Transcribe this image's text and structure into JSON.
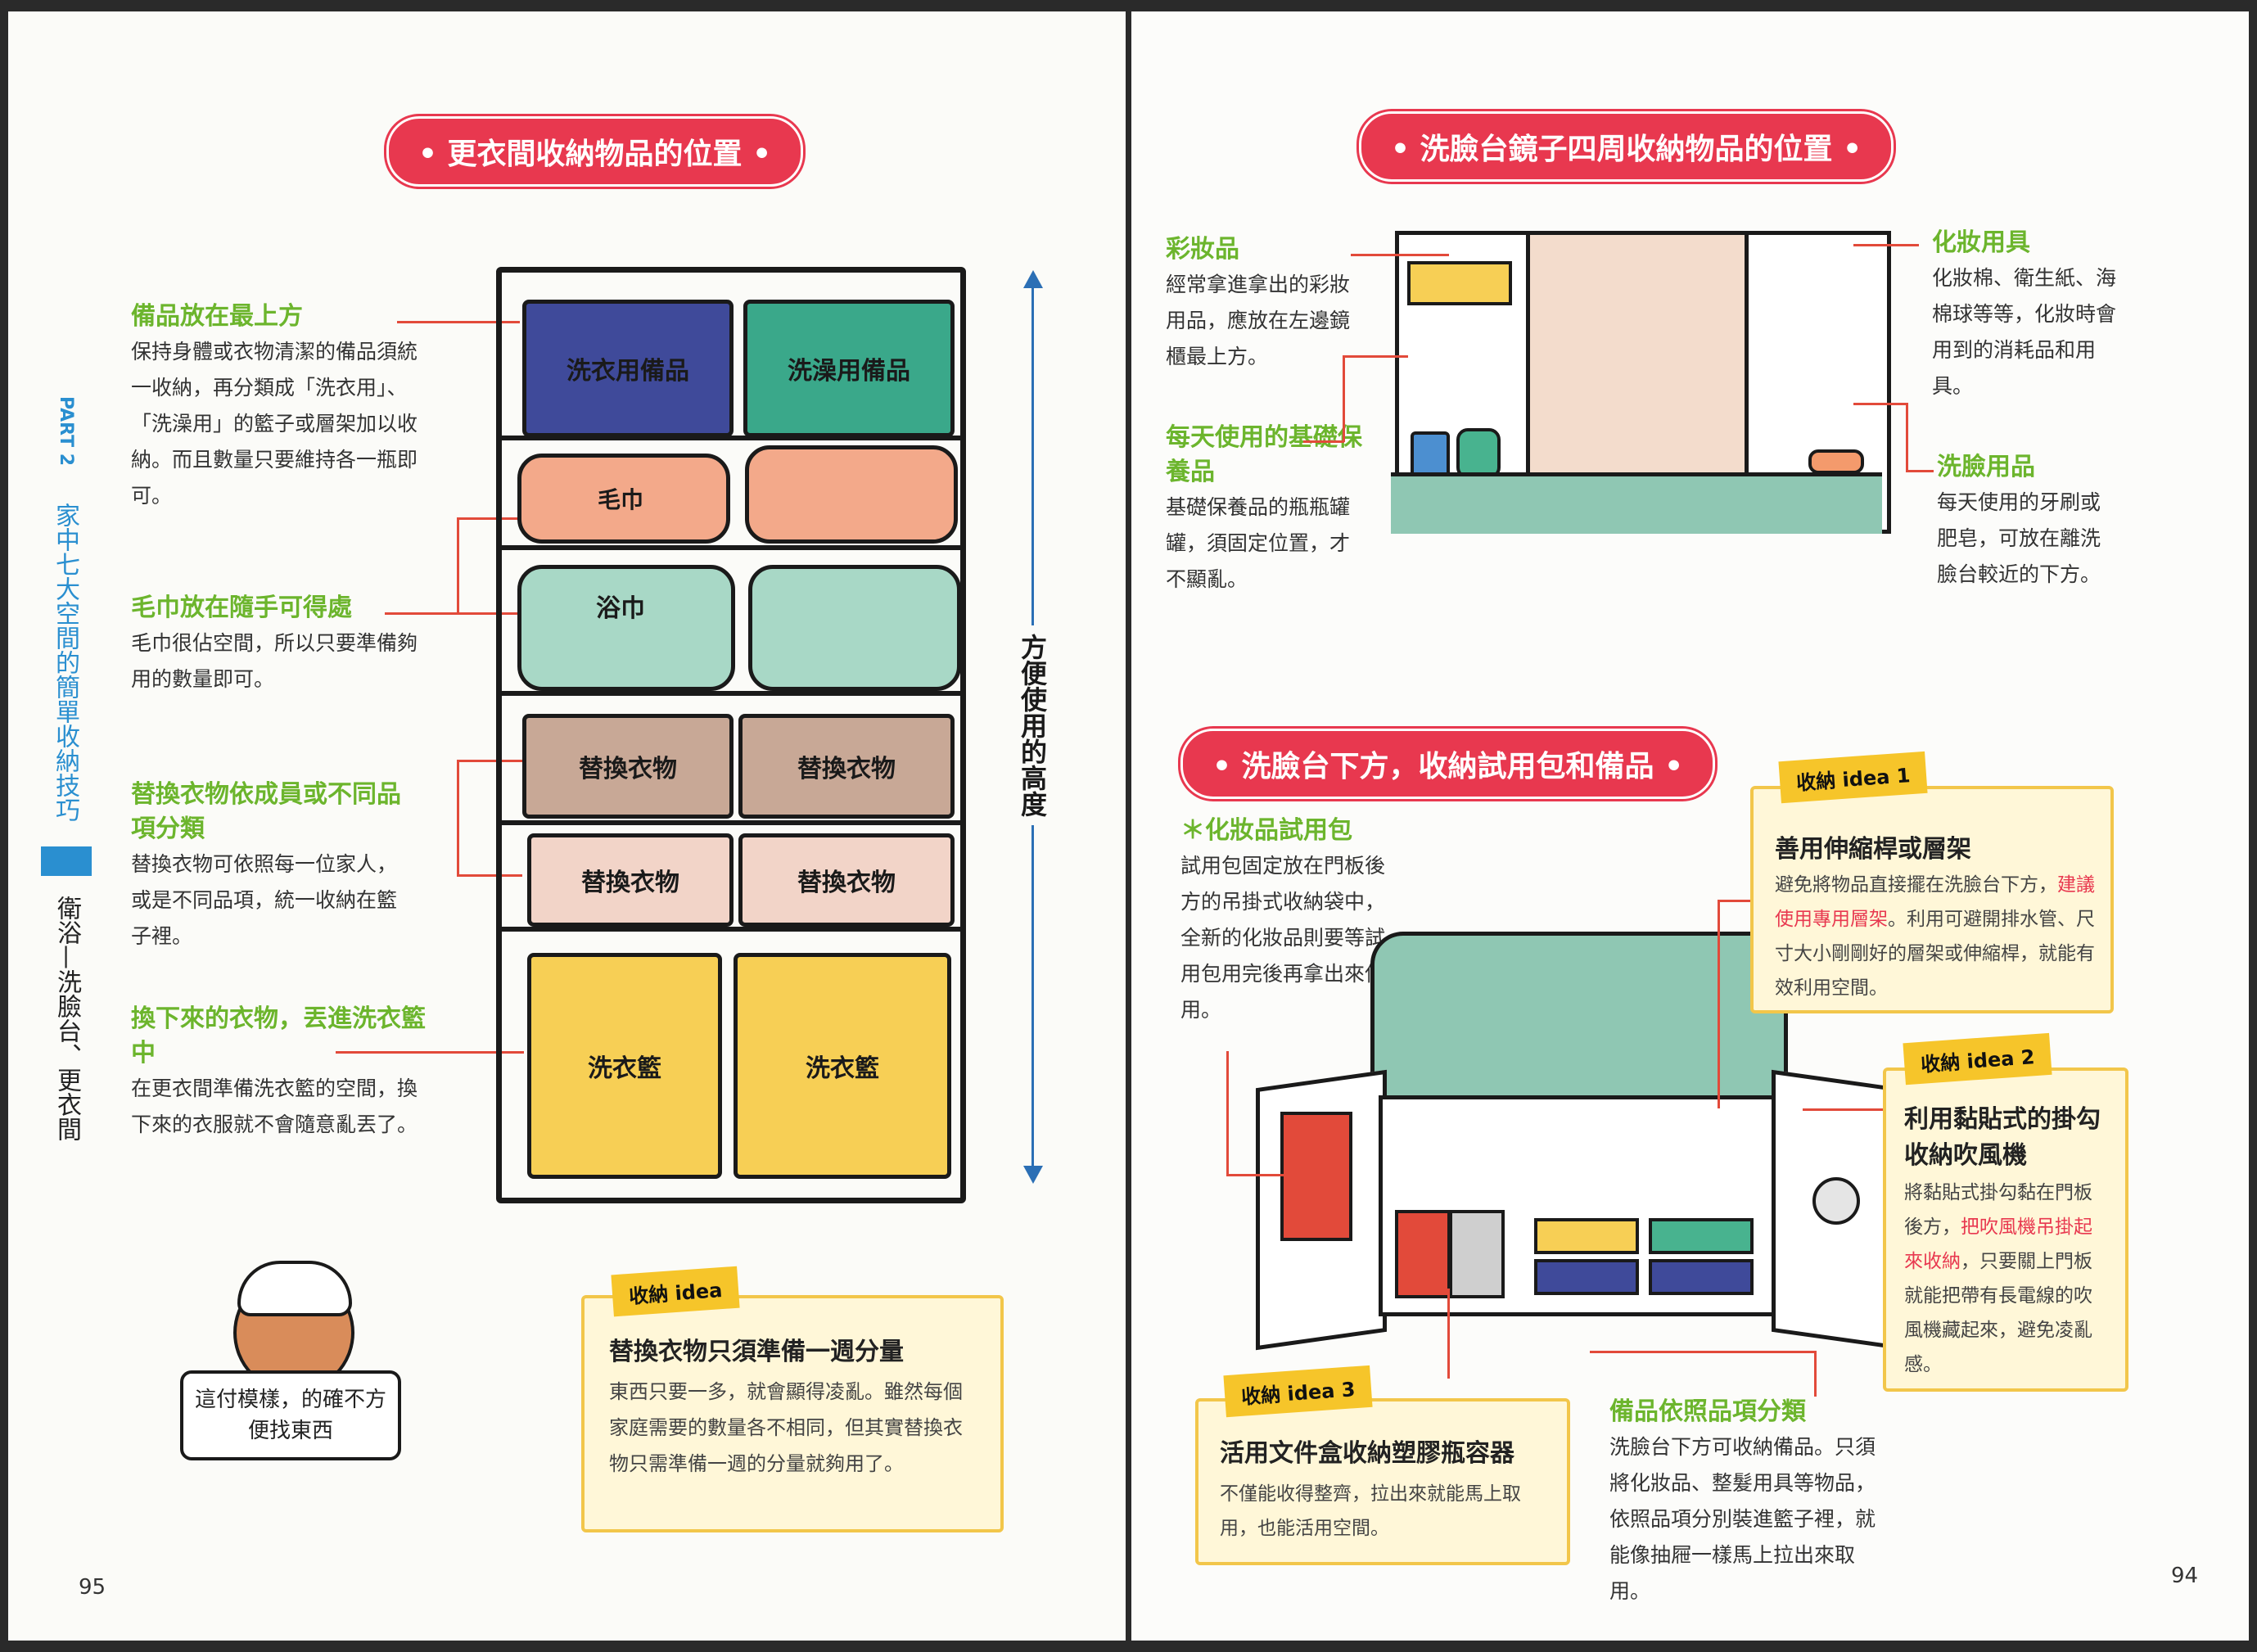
{
  "left_page": {
    "title": "• 更衣間收納物品的位置 •",
    "side_part": "PART 2",
    "side_chapter": "家中七大空間的簡單收納技巧",
    "side_section": "衛浴—洗臉台、更衣間",
    "page_number": "95",
    "notes": [
      {
        "heading": "備品放在最上方",
        "body": "保持身體或衣物清潔的備品須統一收納，再分類成「洗衣用」、「洗澡用」的籃子或層架加以收納。而且數量只要維持各一瓶即可。"
      },
      {
        "heading": "毛巾放在隨手可得處",
        "body": "毛巾很佔空間，所以只要準備夠用的數量即可。"
      },
      {
        "heading": "替換衣物依成員或不同品項分類",
        "body": "替換衣物可依照每一位家人，或是不同品項，統一收納在籃子裡。"
      },
      {
        "heading": "換下來的衣物，丟進洗衣籃中",
        "body": "在更衣間準備洗衣籃的空間，換下來的衣服就不會隨意亂丟了。"
      }
    ],
    "shelf_labels": {
      "laundry_supplies": "洗衣用備品",
      "bath_supplies": "洗澡用備品",
      "towel": "毛巾",
      "bath_towel": "浴巾",
      "clothes": "替換衣物",
      "basket": "洗衣籃"
    },
    "height_label": "方便使用的高度",
    "tip": {
      "tag": "收納 idea",
      "title": "替換衣物只須準備一週分量",
      "body": "東西只要一多，就會顯得凌亂。雖然每個家庭需要的數量各不相同，但其實替換衣物只需準備一週的分量就夠用了。"
    },
    "character_sign": "這付模樣，的確不方便找東西"
  },
  "right_page": {
    "title1": "• 洗臉台鏡子四周收納物品的位置 •",
    "title2": "• 洗臉台下方，收納試用包和備品 •",
    "page_number": "94",
    "mirror_notes": [
      {
        "heading": "彩妝品",
        "body": "經常拿進拿出的彩妝用品，應放在左邊鏡櫃最上方。"
      },
      {
        "heading": "每天使用的基礎保養品",
        "body": "基礎保養品的瓶瓶罐罐，須固定位置，才不顯亂。"
      },
      {
        "heading": "化妝用具",
        "body": "化妝棉、衛生紙、海棉球等等，化妝時會用到的消耗品和用具。"
      },
      {
        "heading": "洗臉用品",
        "body": "每天使用的牙刷或肥皂，可放在離洗臉台較近的下方。"
      }
    ],
    "sample_note": {
      "heading": "＊化妝品試用包",
      "body": "試用包固定放在門板後方的吊掛式收納袋中，全新的化妝品則要等試用包用完後再拿出來使用。"
    },
    "tips": [
      {
        "tag": "收納 idea 1",
        "title": "善用伸縮桿或層架",
        "body_pre": "避免將物品直接擺在洗臉台下方，",
        "body_hl": "建議使用專用層架",
        "body_post": "。利用可避開排水管、尺寸大小剛剛好的層架或伸縮桿，就能有效利用空間。"
      },
      {
        "tag": "收納 idea 2",
        "title": "利用黏貼式的掛勾收納吹風機",
        "body_pre": "將黏貼式掛勾黏在門板後方，",
        "body_hl": "把吹風機吊掛起來收納",
        "body_post": "，只要關上門板就能把帶有長電線的吹風機藏起來，避免凌亂感。"
      },
      {
        "tag": "收納 idea 3",
        "title": "活用文件盒收納塑膠瓶容器",
        "body_pre": "不僅能收得整齊，拉出來就能馬上取用，也能活用空間。",
        "body_hl": "",
        "body_post": ""
      }
    ],
    "bottom_note": {
      "heading": "備品依照品項分類",
      "body": "洗臉台下方可收納備品。只須將化妝品、整髮用具等物品，依照品項分別裝進籃子裡，就能像抽屜一樣馬上拉出來取用。"
    }
  },
  "colors": {
    "accent_red": "#e8384f",
    "green_heading": "#6cb52d",
    "blue_arrow": "#2b6fb5",
    "tag_yellow": "#f6c52a"
  }
}
